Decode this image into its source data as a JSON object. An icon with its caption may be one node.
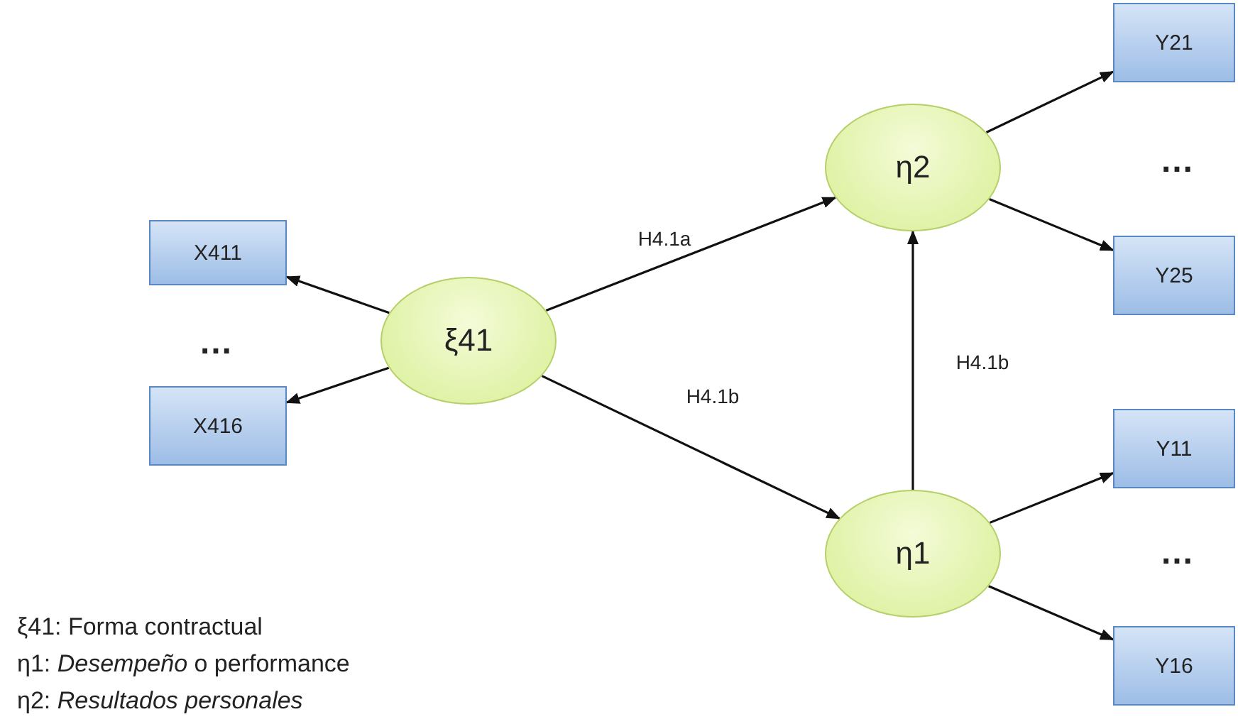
{
  "diagram": {
    "nodes": [
      {
        "text": [
          "X411"
        ]
      },
      {
        "text": [
          "X416"
        ]
      },
      {
        "text": [
          "ξ41"
        ]
      },
      {
        "text": [
          "η2"
        ]
      },
      {
        "text": [
          "η1"
        ]
      },
      {
        "text": [
          "Y21"
        ]
      },
      {
        "text": [
          "Y25"
        ]
      },
      {
        "text": [
          "Y11"
        ]
      },
      {
        "text": [
          "Y16"
        ]
      }
    ],
    "edges": [
      {
        "from": 2,
        "to": 0,
        "arrow": "to"
      },
      {
        "from": 2,
        "to": 1,
        "arrow": "to"
      },
      {
        "from": 2,
        "to": 3,
        "arrow": "to",
        "label": "H4.1a"
      },
      {
        "from": 2,
        "to": 4,
        "arrow": "to",
        "label": "H4.1b"
      },
      {
        "from": 4,
        "to": 3,
        "arrow": "to",
        "label": "H4.1b"
      },
      {
        "from": 3,
        "to": 5,
        "arrow": "to"
      },
      {
        "from": 3,
        "to": 6,
        "arrow": "to"
      },
      {
        "from": 4,
        "to": 7,
        "arrow": "to"
      },
      {
        "from": 4,
        "to": 8,
        "arrow": "to"
      }
    ],
    "labels": [
      "…",
      "…",
      "…",
      "ξ41: Forma contractual",
      "η1: *Desempeño* o performance",
      "η2: *Resultados personales*"
    ]
  }
}
